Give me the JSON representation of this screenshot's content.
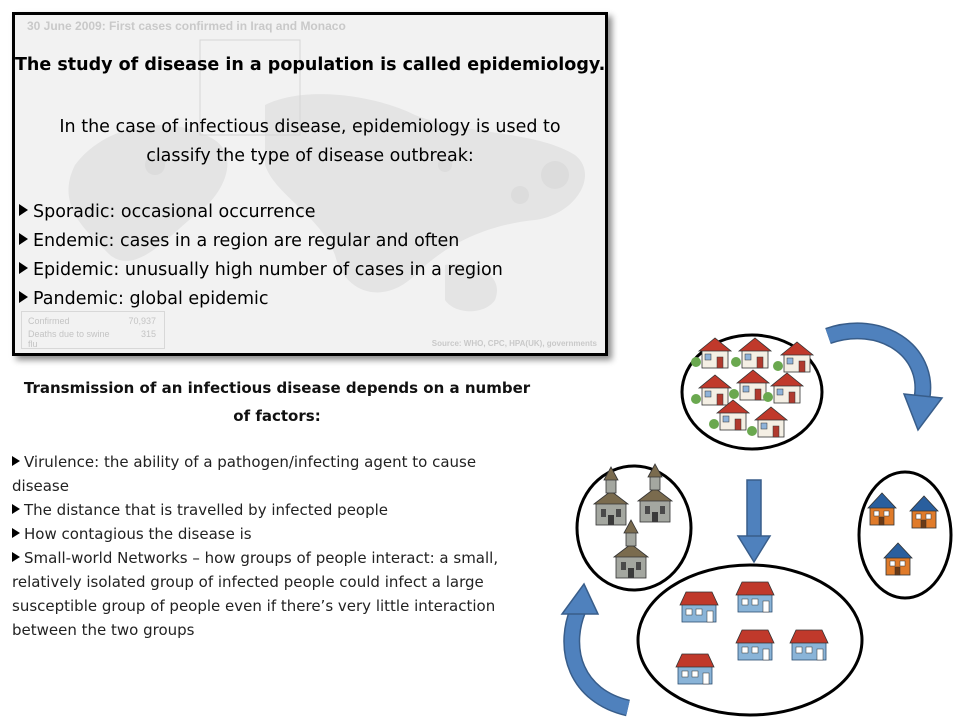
{
  "map": {
    "title": "30 June 2009: First cases confirmed in Iraq and Monaco",
    "legend": [
      {
        "label": "Confirmed",
        "value": "70,937"
      },
      {
        "label": "Deaths due to swine flu",
        "value": "315"
      }
    ],
    "source": "Source: WHO, CPC, HPA(UK), governments"
  },
  "box": {
    "heading": "The study of disease in a population is called epidemiology.",
    "intro": "In the case of infectious disease, epidemiology is used to classify the type of disease outbreak:",
    "bullets": [
      "Sporadic: occasional occurrence",
      "Endemic: cases in a region are regular and often",
      "Epidemic: unusually high number of cases in a region",
      "Pandemic: global epidemic"
    ]
  },
  "transmission": {
    "heading": "Transmission of an infectious disease depends on a number of factors:",
    "bullets": [
      "Virulence: the ability of a pathogen/infecting agent to cause disease",
      "The distance that is travelled by infected people",
      "How contagious the disease is",
      "Small-world Networks – how groups of people interact: a small, relatively isolated group of infected people could infect a large susceptible group of people even if there’s very little interaction between the two groups"
    ]
  },
  "diagram": {
    "groups": [
      "top-village",
      "left-church-group",
      "right-orange-houses",
      "bottom-blue-houses"
    ],
    "colors": {
      "arrow": "#4f81bd",
      "arrow_dark": "#385d8a",
      "roof_red": "#c0392b",
      "roof_blue": "#2a5f9e",
      "church_gray": "#8c8f8a",
      "house_orange": "#e07b2a"
    }
  }
}
